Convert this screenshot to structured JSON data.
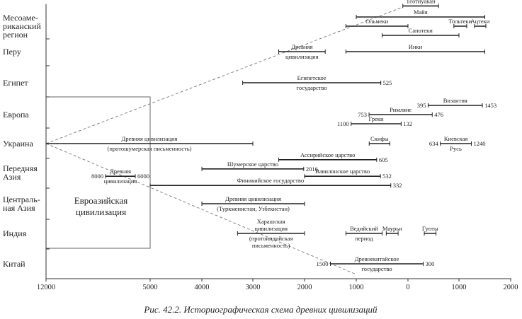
{
  "caption": "Рис. 42.2. Историографическая схема древних цивилизаций",
  "chart_data": {
    "type": "timeline",
    "title": "",
    "x_axis": {
      "ticks": [
        12000,
        5000,
        4000,
        3000,
        2000,
        1000,
        0,
        1000,
        2000
      ],
      "tick_years": [
        -12000,
        -5000,
        -4000,
        -3000,
        -2000,
        -1000,
        0,
        1000,
        2000
      ],
      "range": [
        -12000,
        2000
      ]
    },
    "rows": [
      {
        "id": "meso",
        "label": [
          "Месоаме-",
          "риканский",
          "регион"
        ]
      },
      {
        "id": "peru",
        "label": [
          "Перу"
        ]
      },
      {
        "id": "egypt",
        "label": [
          "Египет"
        ]
      },
      {
        "id": "europe",
        "label": [
          "Европа"
        ]
      },
      {
        "id": "ukraine",
        "label": [
          "Украина"
        ]
      },
      {
        "id": "neareast",
        "label": [
          "Передняя",
          "Азия"
        ]
      },
      {
        "id": "central",
        "label": [
          "Централь-",
          "ная Азия"
        ]
      },
      {
        "id": "india",
        "label": [
          "Индия"
        ]
      },
      {
        "id": "china",
        "label": [
          "Китай"
        ]
      }
    ],
    "bars": [
      {
        "row": "meso",
        "lane": -2.2,
        "start": -100,
        "end": 600,
        "label": [
          "Теотиуакан"
        ]
      },
      {
        "row": "meso",
        "lane": -1.0,
        "start": -1000,
        "end": 1500,
        "label": [
          "Майя"
        ]
      },
      {
        "row": "meso",
        "lane": 0.0,
        "start": -1200,
        "end": 0,
        "label": [
          "Ольмеки"
        ]
      },
      {
        "row": "meso",
        "lane": 0.0,
        "start": 900,
        "end": 1150,
        "label": [
          "Тольтеки"
        ]
      },
      {
        "row": "meso",
        "lane": 0.0,
        "start": 1300,
        "end": 1520,
        "label": [
          "Ацтеки"
        ]
      },
      {
        "row": "meso",
        "lane": 1.0,
        "start": -500,
        "end": 1000,
        "label": [
          "Сапотеки"
        ]
      },
      {
        "row": "peru",
        "lane": 0.0,
        "start": -2500,
        "end": -1600,
        "label": [
          "Древняя",
          "цивилизация"
        ],
        "label_side": "split"
      },
      {
        "row": "peru",
        "lane": 0.0,
        "start": -1200,
        "end": 1500,
        "label": [
          "Инки"
        ]
      },
      {
        "row": "egypt",
        "lane": 0.0,
        "start": -3200,
        "end": -525,
        "label": [
          "Египетское",
          "государство"
        ],
        "label_side": "split",
        "end_label": "525"
      },
      {
        "row": "europe",
        "lane": -1.0,
        "start": 395,
        "end": 1453,
        "label": [
          "Византия"
        ],
        "start_label": "395",
        "end_label": "1453"
      },
      {
        "row": "europe",
        "lane": 0.0,
        "start": -753,
        "end": 476,
        "label": [
          "Римляне"
        ],
        "start_label": "753",
        "end_label": "476"
      },
      {
        "row": "europe",
        "lane": 1.0,
        "start": -1100,
        "end": -132,
        "label": [
          "Греки"
        ],
        "start_label": "1100",
        "end_label": "132"
      },
      {
        "row": "ukraine",
        "lane": 0.0,
        "start": -12000,
        "end": -3000,
        "label": [
          "Древняя цивилизация",
          "(протошумерская письменность)"
        ],
        "label_side": "split"
      },
      {
        "row": "ukraine",
        "lane": 0.0,
        "start": -750,
        "end": -350,
        "label": [
          "Скифы"
        ]
      },
      {
        "row": "ukraine",
        "lane": 0.0,
        "start": 634,
        "end": 1240,
        "label": [
          "Киевская",
          "Русь"
        ],
        "label_side": "split",
        "start_label": "634",
        "end_label": "1240"
      },
      {
        "row": "neareast",
        "lane": -1.4,
        "start": -2500,
        "end": -605,
        "label": [
          "Ассирийское царство"
        ],
        "end_label": "605"
      },
      {
        "row": "neareast",
        "lane": -0.4,
        "start": -4000,
        "end": -2016,
        "label": [
          "Шумерское царство"
        ],
        "end_label": "2016"
      },
      {
        "row": "neareast",
        "lane": 0.4,
        "start": -8000,
        "end": -6000,
        "label": [
          "Древняя",
          "цивилизация"
        ],
        "label_side": "split",
        "start_label": "8000",
        "end_label": "6000"
      },
      {
        "row": "neareast",
        "lane": 0.4,
        "start": -2000,
        "end": -532,
        "label": [
          "Вавилонское царство"
        ],
        "end_label": "532"
      },
      {
        "row": "neareast",
        "lane": 1.4,
        "start": -5000,
        "end": -332,
        "label": [
          "Финикийское государство"
        ],
        "end_label": "332"
      },
      {
        "row": "central",
        "lane": 0.0,
        "start": -4000,
        "end": -2000,
        "label": [
          "Древняя цивилизация",
          "(Туркменистан, Узбекистан)"
        ],
        "label_side": "split"
      },
      {
        "row": "india",
        "lane": 0.0,
        "start": -3300,
        "end": -2000,
        "label": [
          "Харашская",
          "цивилизация",
          "(протоиндийская",
          "письменность)"
        ],
        "label_side": "split"
      },
      {
        "row": "india",
        "lane": 0.0,
        "start": -1200,
        "end": -500,
        "label": [
          "Ведийский",
          "период"
        ],
        "label_side": "split"
      },
      {
        "row": "india",
        "lane": 0.0,
        "start": -420,
        "end": -190,
        "label": [
          "Маурьи"
        ]
      },
      {
        "row": "india",
        "lane": 0.0,
        "start": 320,
        "end": 550,
        "label": [
          "Гупты"
        ]
      },
      {
        "row": "china",
        "lane": 0.0,
        "start": -1500,
        "end": 300,
        "label": [
          "Древнекитайское",
          "государство"
        ],
        "label_side": "split",
        "start_label": "1500",
        "end_label": "300"
      }
    ],
    "box": {
      "start": -12000,
      "end": -5000,
      "label": [
        "Евроазийская",
        "цивилизация"
      ]
    }
  }
}
